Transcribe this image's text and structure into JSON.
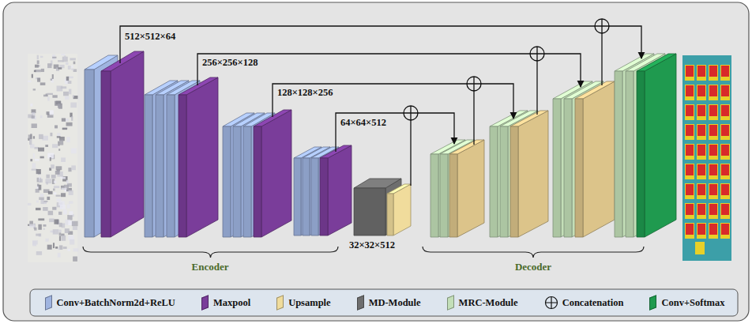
{
  "diagram": {
    "labels": [
      "512×512×64",
      "256×256×128",
      "128×128×256",
      "64×64×512",
      "32×32×512",
      "Encoder",
      "Decoder"
    ],
    "legend": [
      {
        "text": "Conv+BatchNorm2d+ReLU",
        "color": "#9fb4e0"
      },
      {
        "text": "Maxpool",
        "color": "#7a3d9a"
      },
      {
        "text": "Upsample",
        "color": "#f0dc9c"
      },
      {
        "text": "MD-Module",
        "color": "#6e6e6e"
      },
      {
        "text": "MRC-Module",
        "color": "#c3dfb8"
      },
      {
        "text": "Concatenation"
      },
      {
        "text": "Conv+Softmax",
        "color": "#1f9a4f"
      }
    ]
  }
}
